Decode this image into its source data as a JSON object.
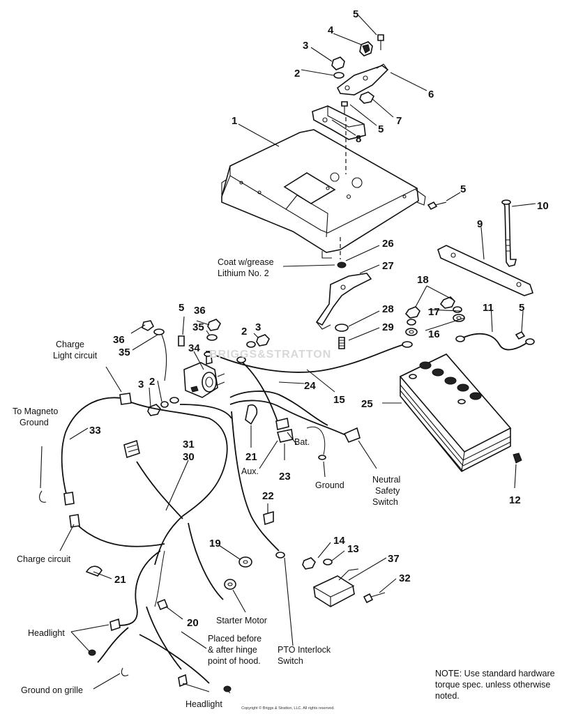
{
  "callouts": {
    "n1": "1",
    "n2": "2",
    "n3": "3",
    "n4": "4",
    "n5": "5",
    "n6": "6",
    "n7": "7",
    "n8": "8",
    "n9": "9",
    "n10": "10",
    "n11": "11",
    "n12": "12",
    "n13": "13",
    "n14": "14",
    "n15": "15",
    "n16": "16",
    "n17": "17",
    "n18": "18",
    "n19": "19",
    "n20": "20",
    "n21": "21",
    "n22": "22",
    "n23": "23",
    "n24": "24",
    "n25": "25",
    "n26": "26",
    "n27": "27",
    "n28": "28",
    "n29": "29",
    "n30": "30",
    "n31": "31",
    "n32": "32",
    "n33": "33",
    "n34": "34",
    "n35": "35",
    "n36": "36",
    "n37": "37"
  },
  "labels": {
    "coat_line1": "Coat w/grease",
    "coat_line2": "Lithium No. 2",
    "charge_light_1": "Charge",
    "charge_light_2": "Light circuit",
    "magneto_1": "To Magneto",
    "magneto_2": "Ground",
    "bat": "Bat.",
    "aux": "Aux.",
    "ground": "Ground",
    "neutral_1": "Neutral",
    "neutral_2": "Safety",
    "neutral_3": "Switch",
    "charge_circuit": "Charge circuit",
    "starter_motor": "Starter Motor",
    "placed_1": "Placed before",
    "placed_2": "& after hinge",
    "placed_3": "point of hood.",
    "pto_1": "PTO Interlock",
    "pto_2": "Switch",
    "headlight_top": "Headlight",
    "ground_grille": "Ground on grille",
    "headlight_bottom": "Headlight"
  },
  "note": "NOTE: Use standard hardware torque spec. unless otherwise noted.",
  "watermark": "BRIGGS&STRATTON",
  "copyright": "Copyright © Briggs & Stratton, LLC. All rights reserved."
}
